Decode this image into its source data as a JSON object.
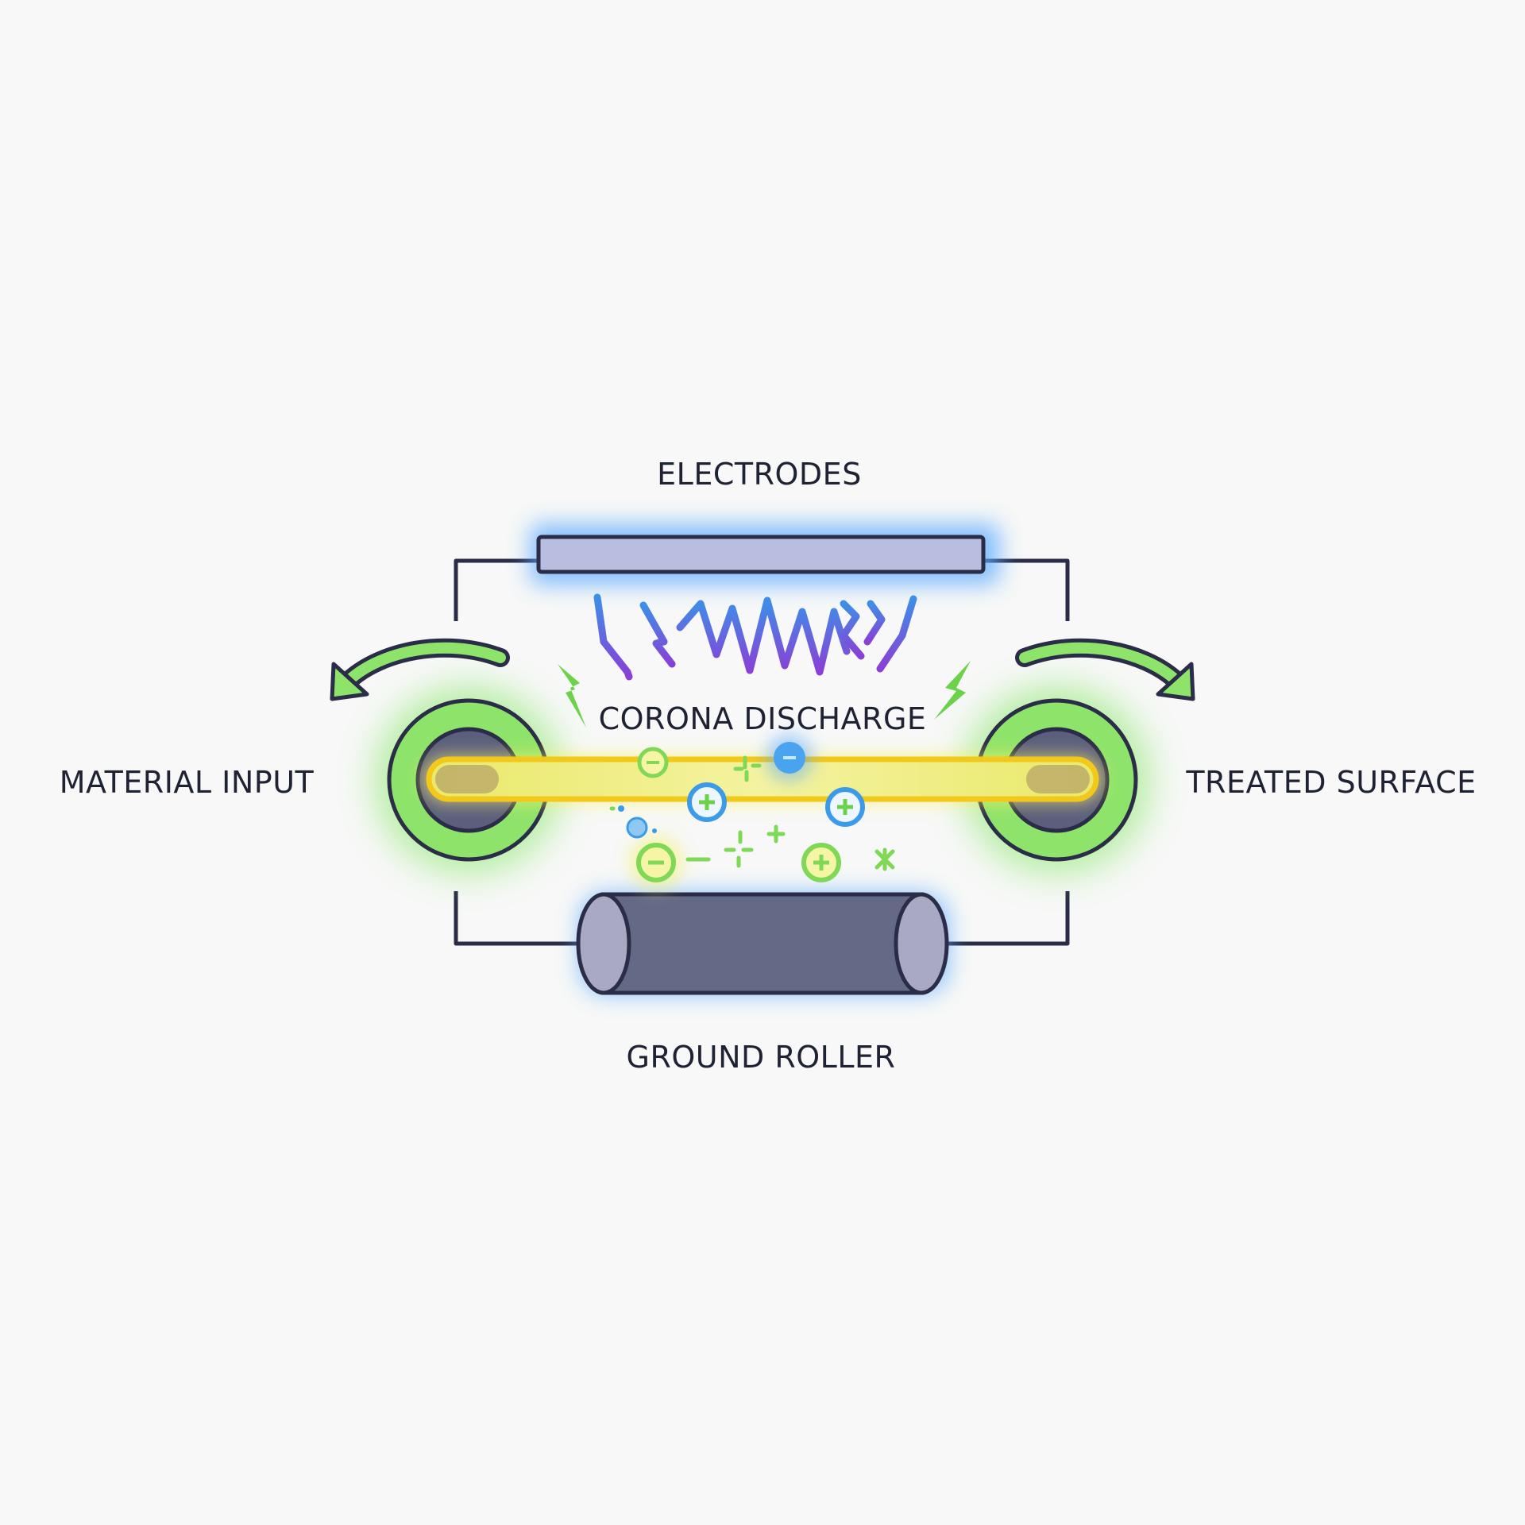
{
  "labels": {
    "electrodes": "ELECTRODES",
    "corona_discharge": "CORONA DISCHARGE",
    "material_input": "MATERIAL INPUT",
    "treated_surface": "TREATED SURFACE",
    "ground_roller": "GROUND ROLLER"
  },
  "colors": {
    "background": "#f7f8f7",
    "outline": "#2a2c48",
    "electrode_fill": "#b9bde0",
    "roller_green": "#8ee36a",
    "roller_core": "#5b5f7d",
    "material_strip": "#f2d31b",
    "ground_roller_fill": "#646986",
    "discharge_top": "#3d8fe8",
    "discharge_bottom": "#8a3fd6",
    "ion_green": "#7fd957",
    "ion_blue": "#3c9be8",
    "glow_blue": "#5aa9ff",
    "glow_green": "#7ee45a"
  },
  "particles": {
    "positive_symbol": "+",
    "negative_symbol": "−"
  }
}
